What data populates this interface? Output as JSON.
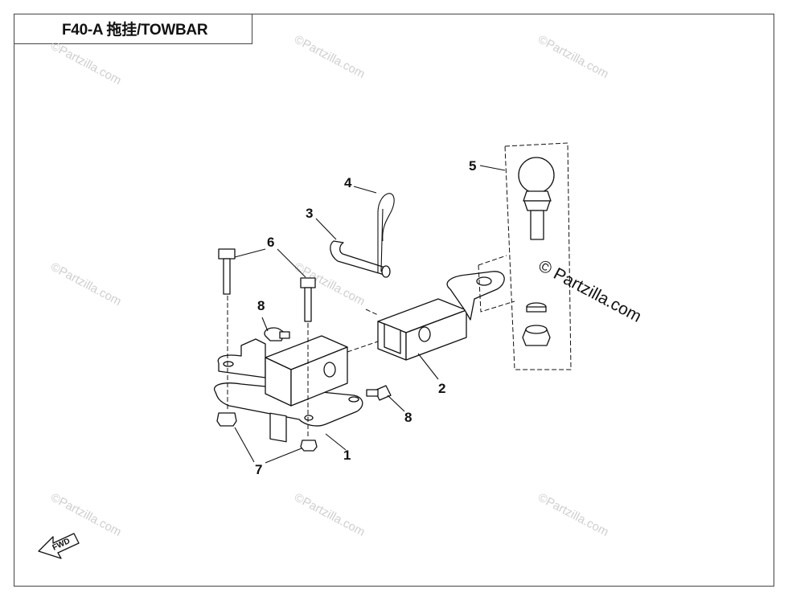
{
  "title": "F40-A  拖挂/TOWBAR",
  "callouts": [
    "1",
    "2",
    "3",
    "4",
    "5",
    "6",
    "7",
    "8",
    "8"
  ],
  "watermarks": {
    "small": "©Partzilla.com",
    "large": "© Partzilla.com"
  },
  "fwd_label": "FWD"
}
